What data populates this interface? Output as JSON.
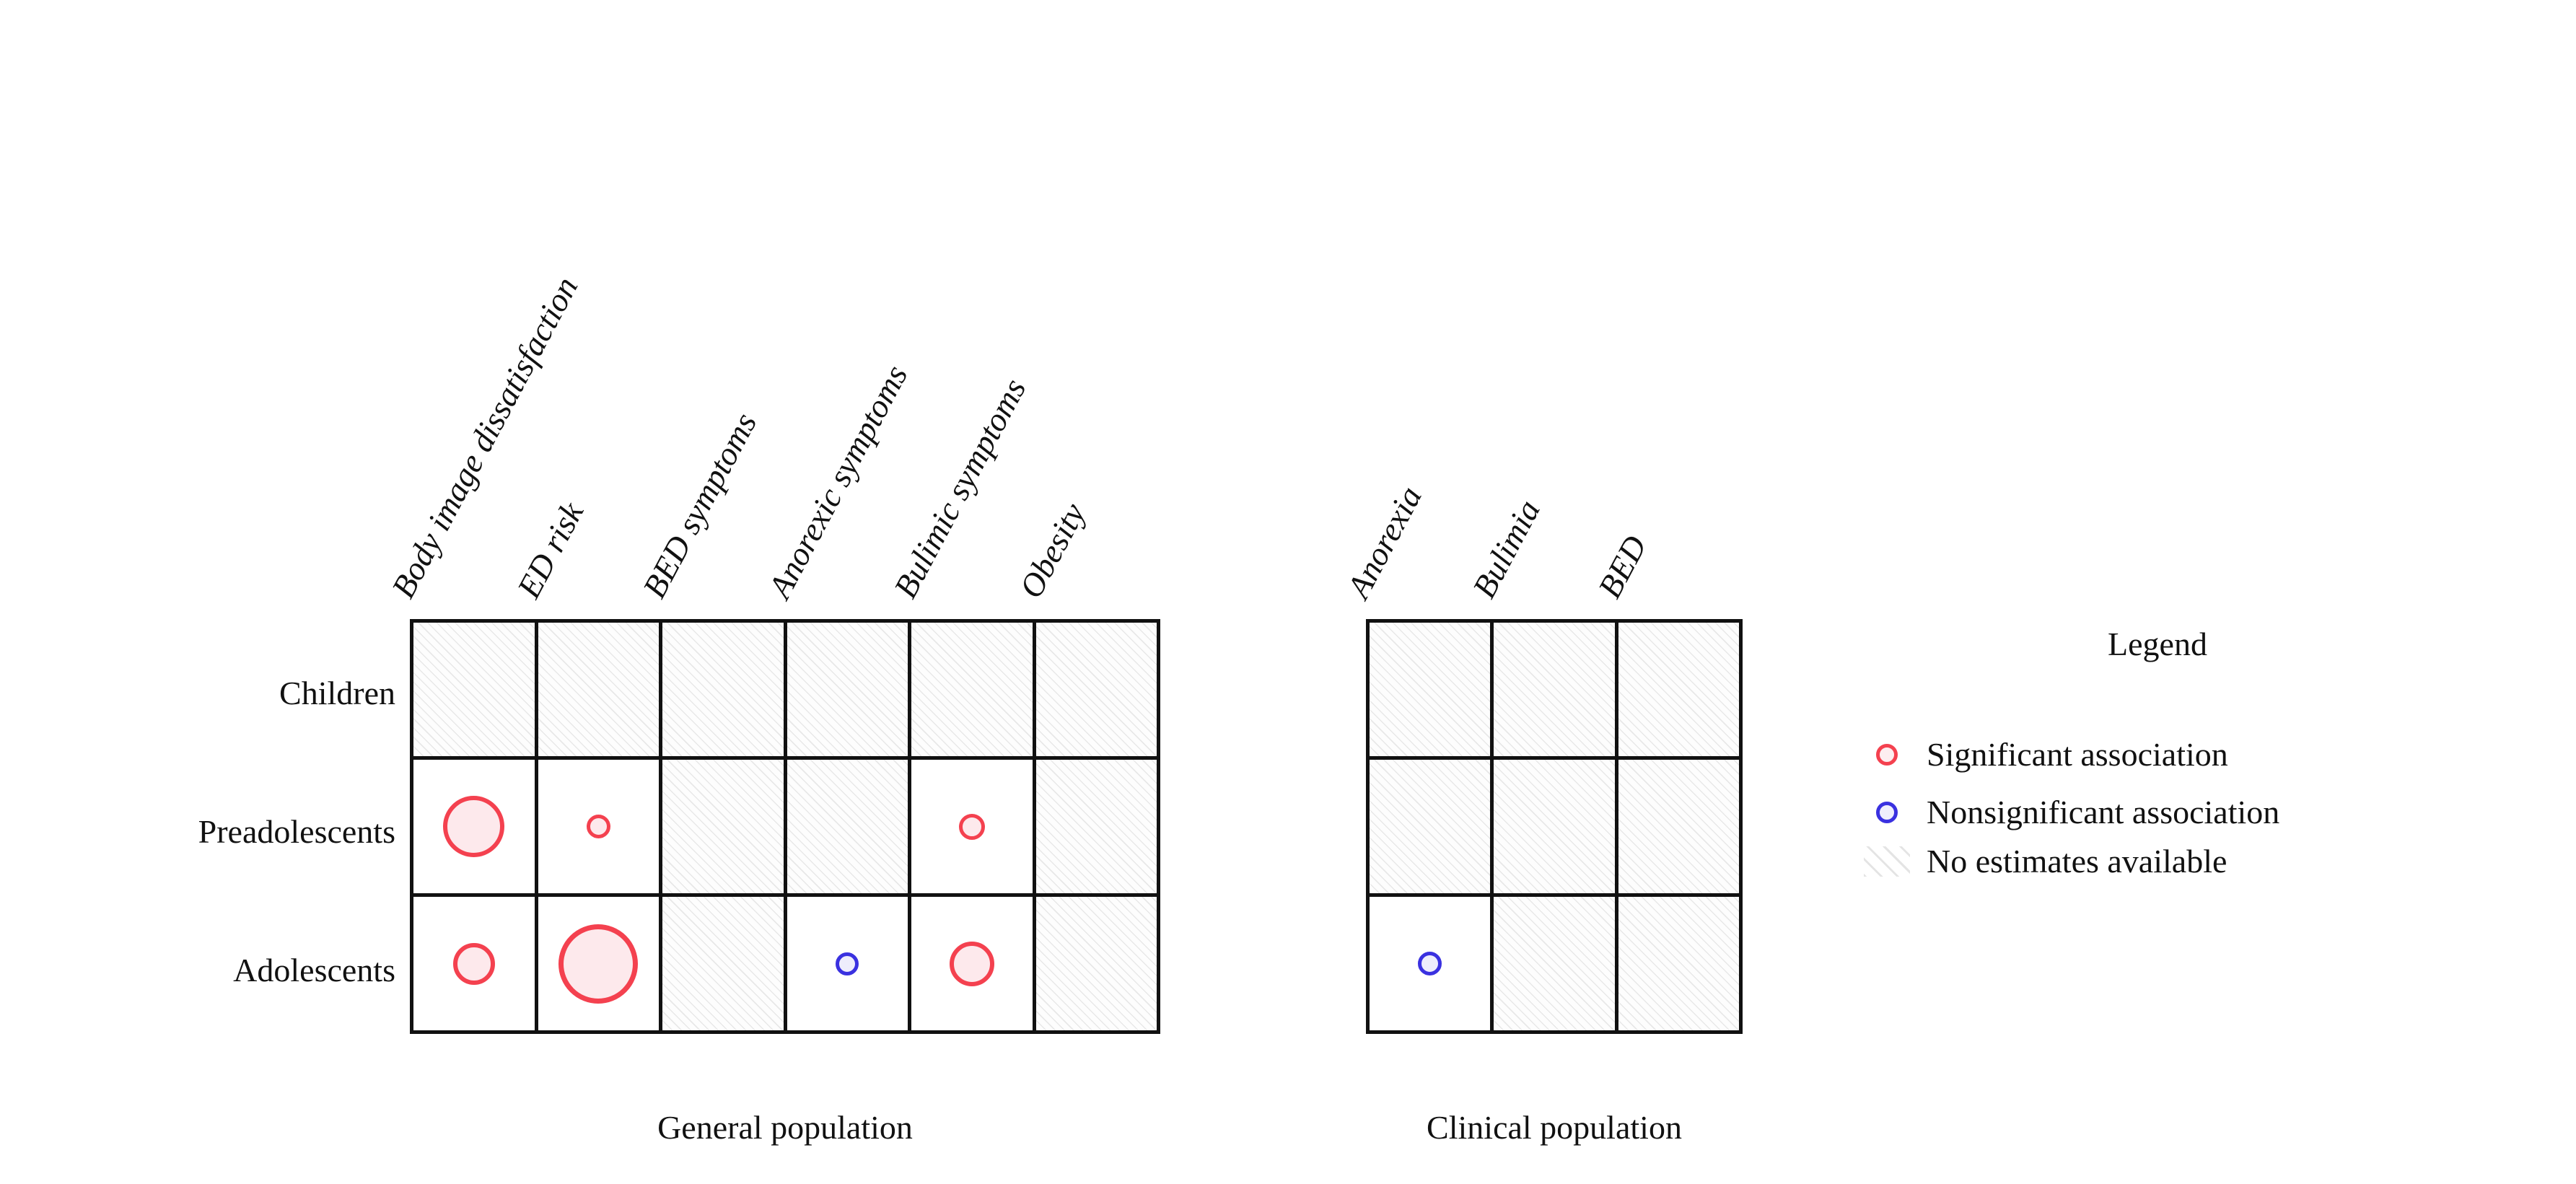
{
  "figure": {
    "row_labels": [
      "Children",
      "Preadolescents",
      "Adolescents"
    ],
    "panels": [
      {
        "id": "general",
        "caption": "General population",
        "columns": [
          "Body image dissatisfaction",
          "ED risk",
          "BED symptoms",
          "Anorexic symptoms",
          "Bulimic symptoms",
          "Obesity"
        ]
      },
      {
        "id": "clinical",
        "caption": "Clinical population",
        "columns": [
          "Anorexia",
          "Bulimia",
          "BED"
        ]
      }
    ]
  },
  "legend": {
    "title": "Legend",
    "items": [
      {
        "symbol": "red-circle-icon",
        "label": "Significant association"
      },
      {
        "symbol": "blue-circle-icon",
        "label": "Nonsignificant association"
      },
      {
        "symbol": "hatch-swatch-icon",
        "label": "No estimates available"
      }
    ]
  },
  "colors": {
    "significant": "#f4414f",
    "significant_fill": "#fde9ec",
    "nonsignificant": "#3a31e0",
    "nonsignificant_fill": "#eeedfc",
    "grid_line": "#111111",
    "no_estimate_hatch": "#e8e8e8",
    "text": "#111111"
  },
  "chart_data": {
    "type": "heatmap",
    "title": "",
    "xlabel": "",
    "ylabel": "",
    "grid": true,
    "legend_position": "right",
    "encoding": {
      "marker": "circle",
      "size_meaning": "effect size (larger circle = stronger association)",
      "color_meaning": "statistical significance",
      "empty_meaning": "no estimates available (hatched cell)"
    },
    "panels": [
      {
        "name": "General population",
        "rows": [
          "Children",
          "Preadolescents",
          "Adolescents"
        ],
        "columns": [
          "Body image dissatisfaction",
          "ED risk",
          "BED symptoms",
          "Anorexic symptoms",
          "Bulimic symptoms",
          "Obesity"
        ],
        "cells": [
          [
            {
              "status": "none"
            },
            {
              "status": "none"
            },
            {
              "status": "none"
            },
            {
              "status": "none"
            },
            {
              "status": "none"
            },
            {
              "status": "none"
            }
          ],
          [
            {
              "status": "significant",
              "size": 85
            },
            {
              "status": "significant",
              "size": 33
            },
            {
              "status": "none"
            },
            {
              "status": "none"
            },
            {
              "status": "significant",
              "size": 36
            },
            {
              "status": "none"
            }
          ],
          [
            {
              "status": "significant",
              "size": 58
            },
            {
              "status": "significant",
              "size": 110
            },
            {
              "status": "none"
            },
            {
              "status": "nonsignificant",
              "size": 32
            },
            {
              "status": "significant",
              "size": 62
            },
            {
              "status": "none"
            }
          ]
        ]
      },
      {
        "name": "Clinical population",
        "rows": [
          "Children",
          "Preadolescents",
          "Adolescents"
        ],
        "columns": [
          "Anorexia",
          "Bulimia",
          "BED"
        ],
        "cells": [
          [
            {
              "status": "none"
            },
            {
              "status": "none"
            },
            {
              "status": "none"
            }
          ],
          [
            {
              "status": "none"
            },
            {
              "status": "none"
            },
            {
              "status": "none"
            }
          ],
          [
            {
              "status": "nonsignificant",
              "size": 33
            },
            {
              "status": "none"
            },
            {
              "status": "none"
            }
          ]
        ]
      }
    ]
  }
}
